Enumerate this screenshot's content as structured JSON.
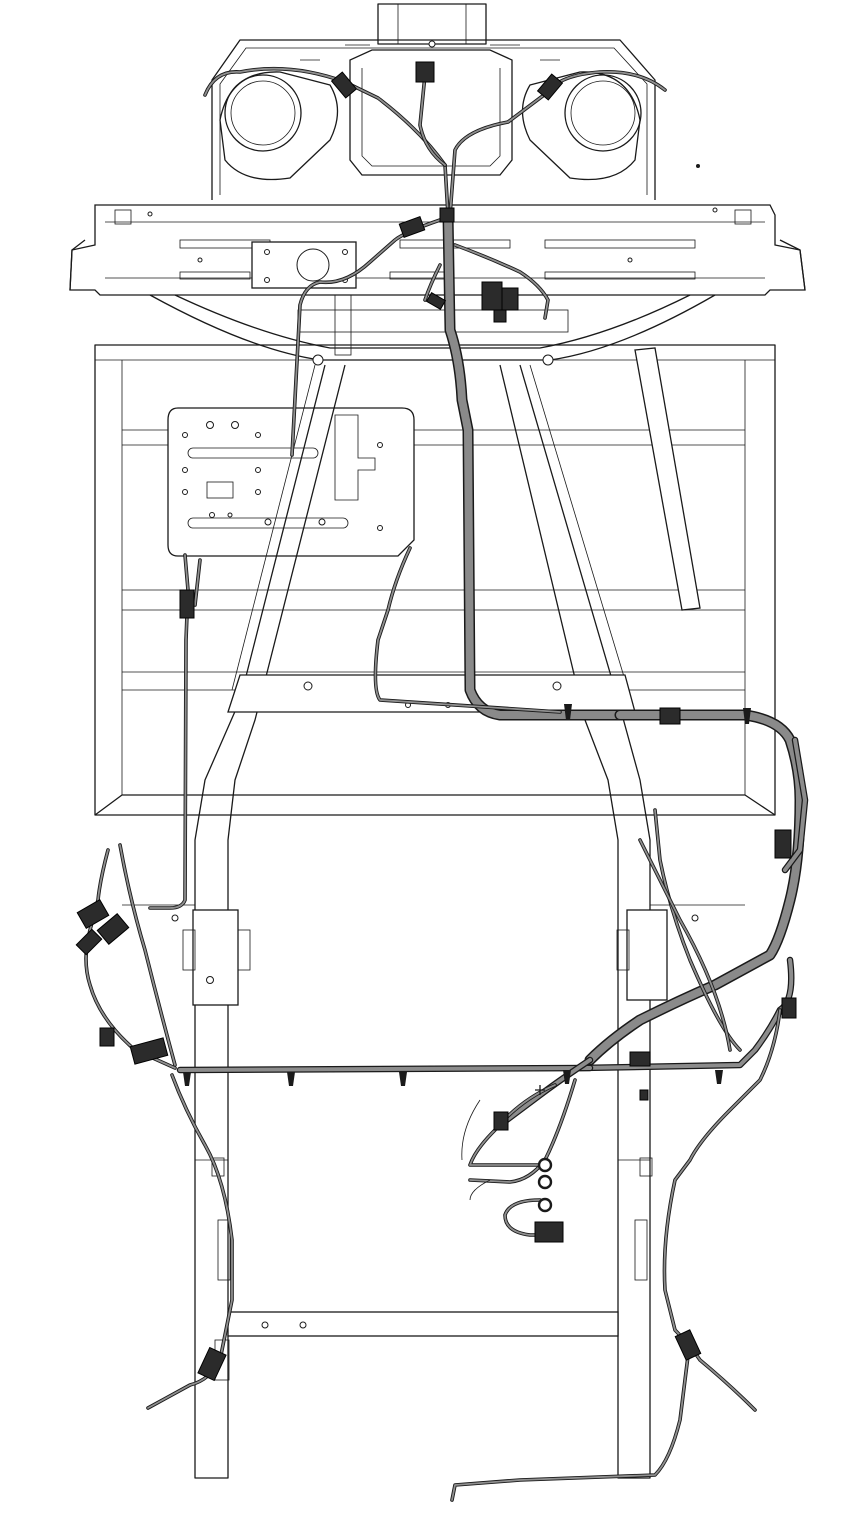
{
  "diagram": {
    "kind": "vehicle chassis wiring harness routing (top view line drawing)",
    "colors": {
      "line": "#1a1a1a",
      "harness": "#8c8c8c",
      "connector": "#2b2b2b",
      "background": "#ffffff"
    },
    "components": [
      "rear-speaker-bracket",
      "rear-crossmember",
      "seat-frame",
      "mounting-plate",
      "main-chassis-frame",
      "main-harness-trunk",
      "harness-connectors",
      "battery-ring-terminals"
    ]
  }
}
